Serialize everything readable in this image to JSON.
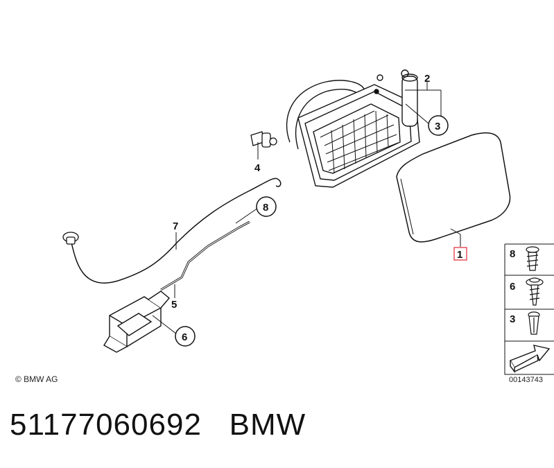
{
  "callouts": {
    "c1": "1",
    "c2": "2",
    "c3": "3",
    "c4": "4",
    "c5": "5",
    "c6": "6",
    "c7": "7",
    "c8": "8"
  },
  "legend": {
    "items": [
      {
        "number": "8",
        "icon": "screw-short-icon"
      },
      {
        "number": "6",
        "icon": "screw-washer-icon"
      },
      {
        "number": "3",
        "icon": "expanding-rivet-icon"
      }
    ],
    "arrow_icon": "orientation-arrow-icon"
  },
  "copyright": "© BMW AG",
  "drawing_number": "00143743",
  "part_number": "51177060692",
  "brand": "BMW",
  "colors": {
    "line": "#111111",
    "highlight_box": "#e8505b",
    "background": "#ffffff"
  }
}
